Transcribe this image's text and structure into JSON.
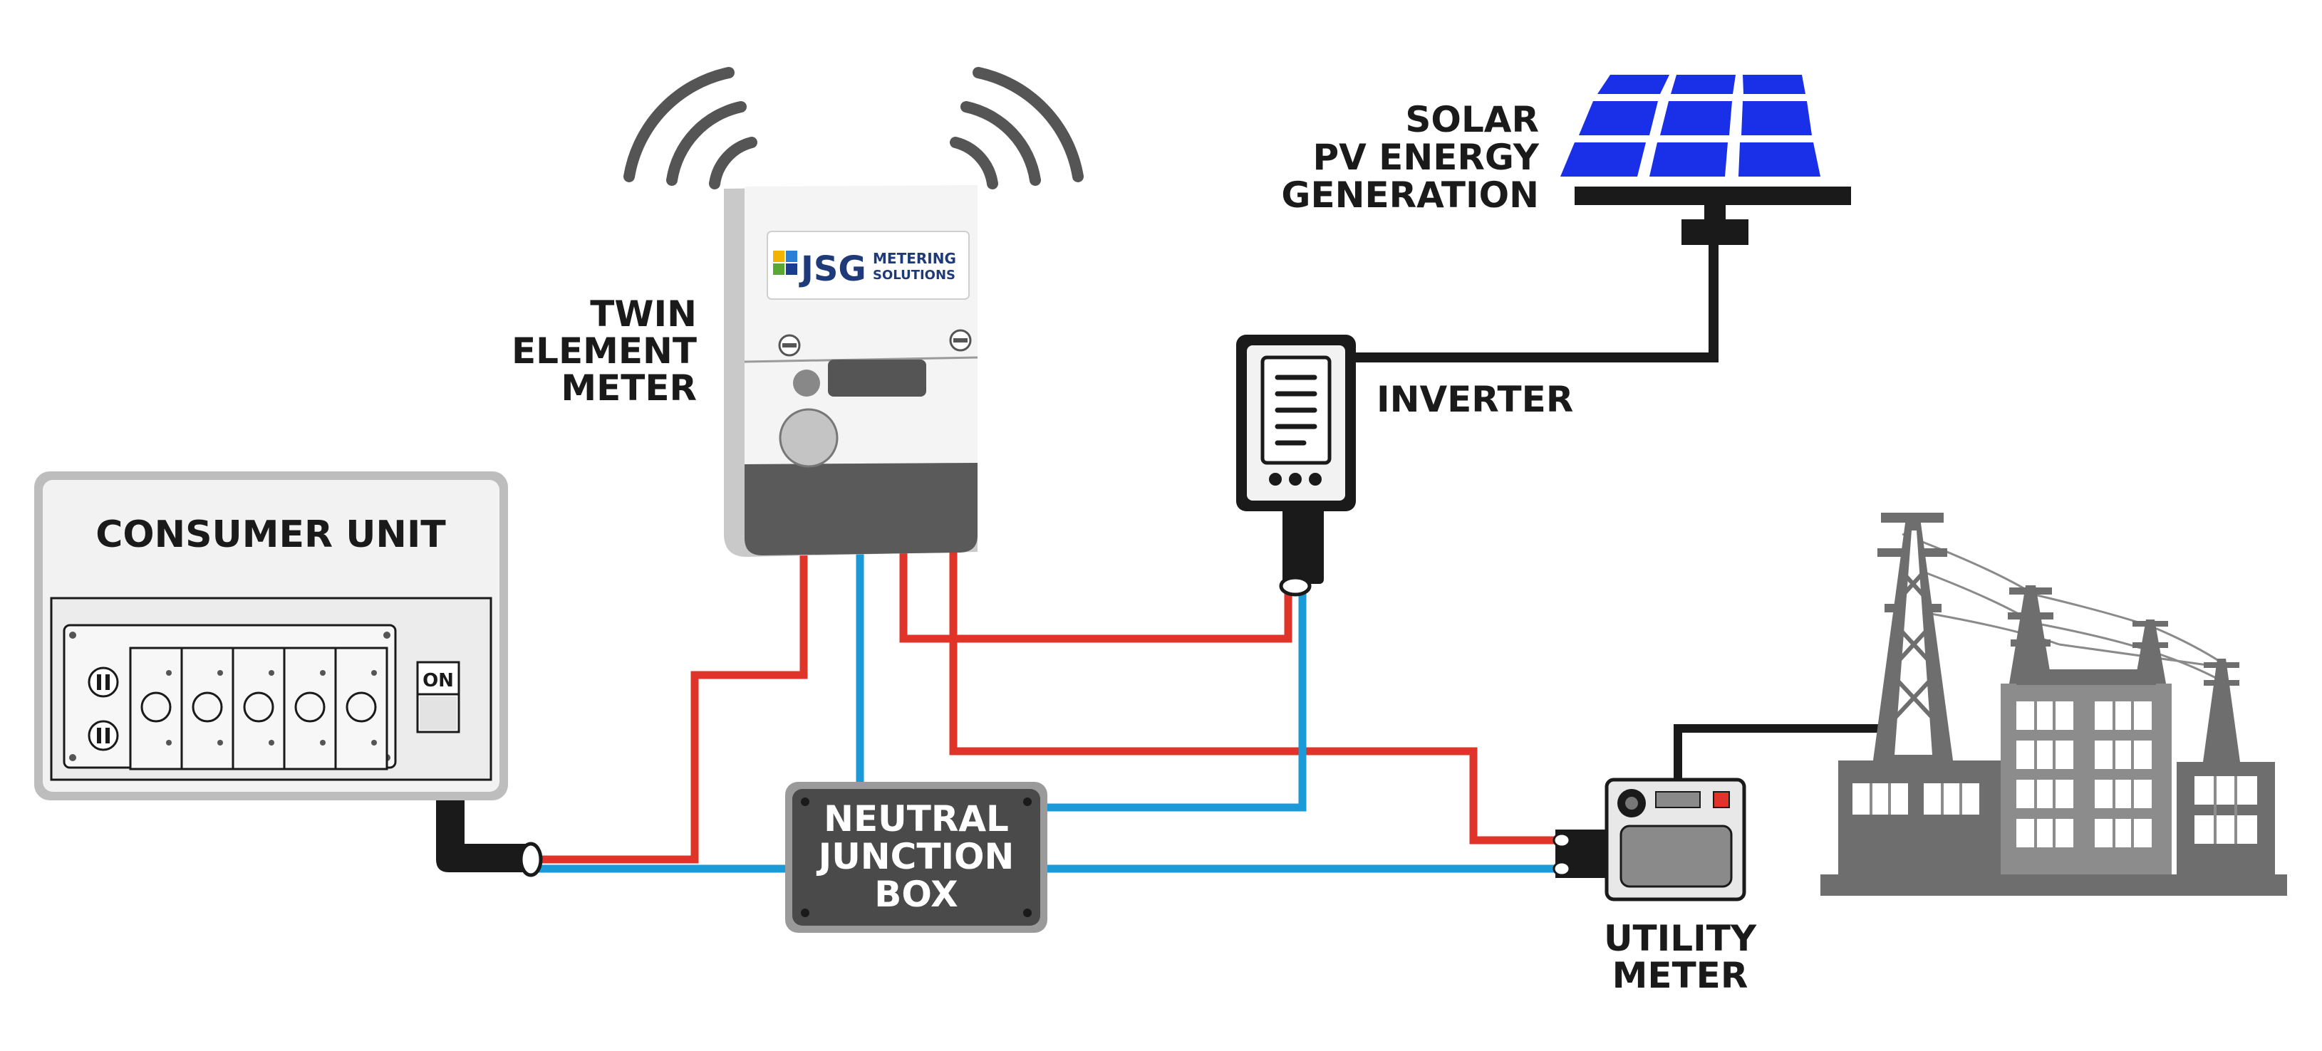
{
  "labels": {
    "consumer_unit": "CONSUMER UNIT",
    "switch_on": "ON",
    "twin_meter": [
      "TWIN",
      "ELEMENT",
      "METER"
    ],
    "solar": [
      "SOLAR",
      "PV ENERGY",
      "GENERATION"
    ],
    "inverter": "INVERTER",
    "junction_box": [
      "NEUTRAL",
      "JUNCTION",
      "BOX"
    ],
    "utility_meter": [
      "UTILITY",
      "METER"
    ]
  },
  "logo": {
    "brand": "JSG",
    "line1": "METERING",
    "line2": "SOLUTIONS"
  },
  "colors": {
    "live_wire": "#e0342b",
    "neutral_wire": "#1a9ad6",
    "earth_cable": "#1a1a1a",
    "solar_cell": "#1a2fe8",
    "grid_gray": "#7a7a7a"
  }
}
